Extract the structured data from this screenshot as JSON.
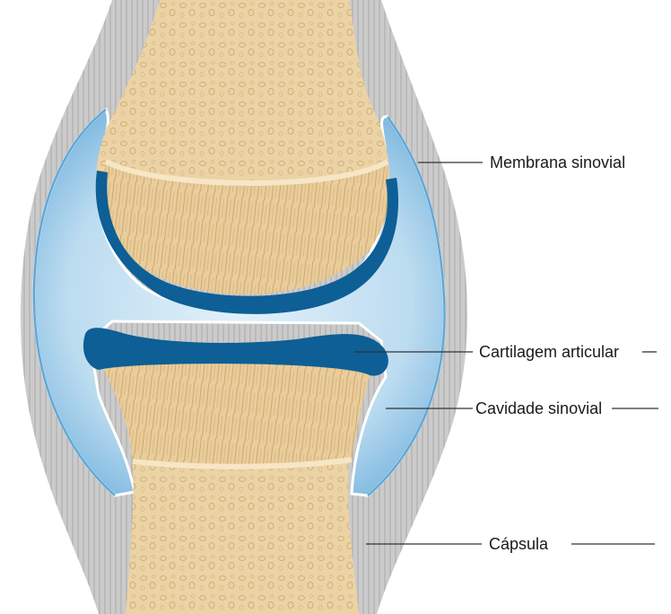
{
  "labels": {
    "synovial_membrane": "Membrana sinovial",
    "articular_cartilage": "Cartilagem articular",
    "synovial_cavity": "Cavidade sinovial",
    "capsule": "Cápsula"
  },
  "colors": {
    "capsule": "#c9c9c9",
    "capsule_stripes": "#a8a8a8",
    "synovial_fluid": "#c4dff0",
    "synovial_membrane": "#5fa7d6",
    "cartilage": "#0d5f96",
    "bone": "#ecd3a5",
    "bone_texture": "#c9a36a",
    "leader_line": "#333333"
  }
}
